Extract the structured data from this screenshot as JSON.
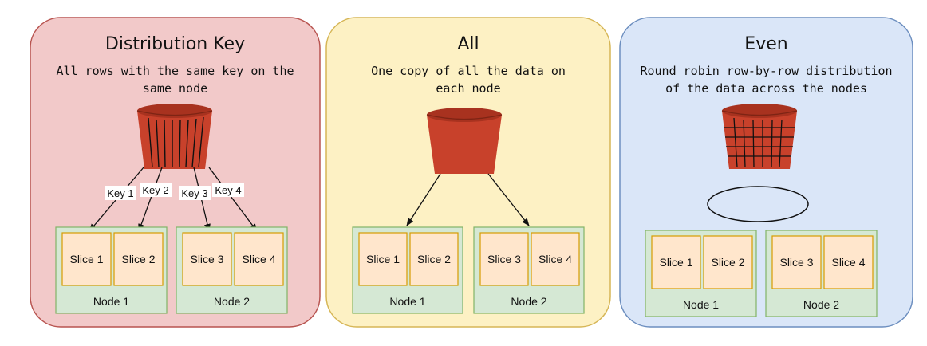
{
  "panels": [
    {
      "title": "Distribution Key",
      "desc_line1": "All rows with the same key on the",
      "desc_line2": "same node",
      "keys": [
        "Key 1",
        "Key 2",
        "Key 3",
        "Key 4"
      ],
      "nodes": [
        {
          "label": "Node 1",
          "slices": [
            "Slice 1",
            "Slice 2"
          ]
        },
        {
          "label": "Node 2",
          "slices": [
            "Slice 3",
            "Slice 4"
          ]
        }
      ]
    },
    {
      "title": "All",
      "desc_line1": "One copy of all the data on",
      "desc_line2": "each node",
      "nodes": [
        {
          "label": "Node 1",
          "slices": [
            "Slice 1",
            "Slice 2"
          ]
        },
        {
          "label": "Node 2",
          "slices": [
            "Slice 3",
            "Slice 4"
          ]
        }
      ]
    },
    {
      "title": "Even",
      "desc_line1": "Round robin row-by-row distribution",
      "desc_line2": "of the data across the nodes",
      "nodes": [
        {
          "label": "Node 1",
          "slices": [
            "Slice 1",
            "Slice 2"
          ]
        },
        {
          "label": "Node 2",
          "slices": [
            "Slice 3",
            "Slice 4"
          ]
        }
      ]
    }
  ],
  "colors": {
    "panel_key_fill": "#f2c9c9",
    "panel_key_stroke": "#b85450",
    "panel_all_fill": "#fdf1c4",
    "panel_all_stroke": "#d6b656",
    "panel_even_fill": "#dae6f8",
    "panel_even_stroke": "#6c8ebf",
    "node_fill": "#d5e8d4",
    "node_stroke": "#82b366",
    "slice_fill": "#ffe6cc",
    "slice_stroke": "#d79b00",
    "bucket": "#c8412b"
  }
}
